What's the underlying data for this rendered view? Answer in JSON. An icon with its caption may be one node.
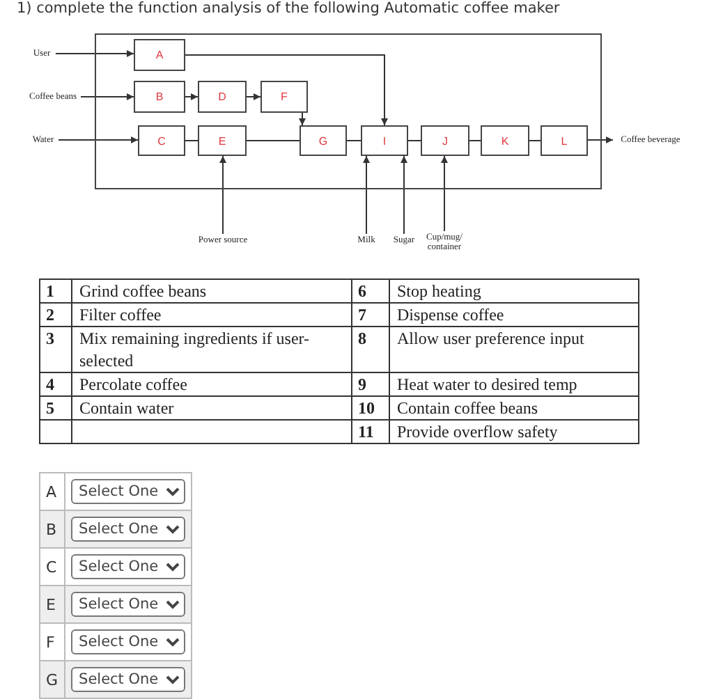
{
  "diagram": {
    "title": "1) complete the function analysis of the following Automatic coffee maker",
    "nodes": [
      {
        "text": [],
        "shape": "box"
      },
      {
        "text": [
          "User"
        ]
      },
      {
        "text": [
          "A"
        ],
        "in": 0
      },
      {
        "text": [
          "Coffee beans"
        ]
      },
      {
        "text": [
          "B"
        ],
        "in": 0
      },
      {
        "text": [
          "D"
        ],
        "in": 0
      },
      {
        "text": [
          "F"
        ],
        "in": 0
      },
      {
        "text": [
          "Water"
        ]
      },
      {
        "text": [
          "C"
        ],
        "in": 0
      },
      {
        "text": [
          "E"
        ],
        "in": 0
      },
      {
        "text": [
          "G"
        ],
        "in": 0
      },
      {
        "text": [
          "I"
        ],
        "in": 0
      },
      {
        "text": [
          "J"
        ],
        "in": 0
      },
      {
        "text": [
          "K"
        ],
        "in": 0
      },
      {
        "text": [
          "L"
        ],
        "in": 0
      },
      {
        "text": [
          "Coffee beverage"
        ]
      },
      {
        "text": [
          "Power source"
        ]
      },
      {
        "text": [
          "Milk"
        ]
      },
      {
        "text": [
          "Sugar"
        ]
      },
      {
        "text": [
          "Cup/mug/ container"
        ]
      }
    ],
    "edges": [
      {
        "from": 1,
        "to": 2,
        "arrow": "to"
      },
      {
        "from": 3,
        "to": 4,
        "arrow": "to"
      },
      {
        "from": 7,
        "to": 8,
        "arrow": "to"
      },
      {
        "from": 4,
        "to": 5,
        "arrow": "to"
      },
      {
        "from": 5,
        "to": 6,
        "arrow": "to"
      },
      {
        "from": 6,
        "to": 10,
        "arrow": "to"
      },
      {
        "from": 2,
        "to": 11,
        "arrow": "to"
      },
      {
        "from": 8,
        "to": 9,
        "arrow": "none"
      },
      {
        "from": 9,
        "to": 10,
        "arrow": "none"
      },
      {
        "from": 10,
        "to": 11,
        "arrow": "none"
      },
      {
        "from": 11,
        "to": 12,
        "arrow": "none"
      },
      {
        "from": 12,
        "to": 13,
        "arrow": "none"
      },
      {
        "from": 13,
        "to": 14,
        "arrow": "none"
      },
      {
        "from": 14,
        "to": 15,
        "arrow": "to"
      },
      {
        "from": 16,
        "to": 9,
        "arrow": "to"
      },
      {
        "from": 17,
        "to": 11,
        "arrow": "to"
      },
      {
        "from": 18,
        "to": 11,
        "arrow": "to"
      },
      {
        "from": 19,
        "to": 12,
        "arrow": "to"
      }
    ],
    "labels": [
      "1",
      "Grind coffee beans",
      "6",
      "Stop heating",
      "2",
      "Filter coffee",
      "7",
      "Dispense coffee",
      "3",
      "Mix remaining ingredients if user-selected",
      "8",
      "Allow user preference input",
      "4",
      "Percolate coffee",
      "9",
      "Heat water to desired temp",
      "5",
      "Contain water",
      "10",
      "Contain coffee beans",
      "11",
      "Provide overflow safety",
      "A",
      "Select One",
      "B",
      "Select One",
      "C",
      "Select One",
      "E",
      "Select One",
      "F",
      "Select One",
      "G",
      "Select One"
    ]
  }
}
